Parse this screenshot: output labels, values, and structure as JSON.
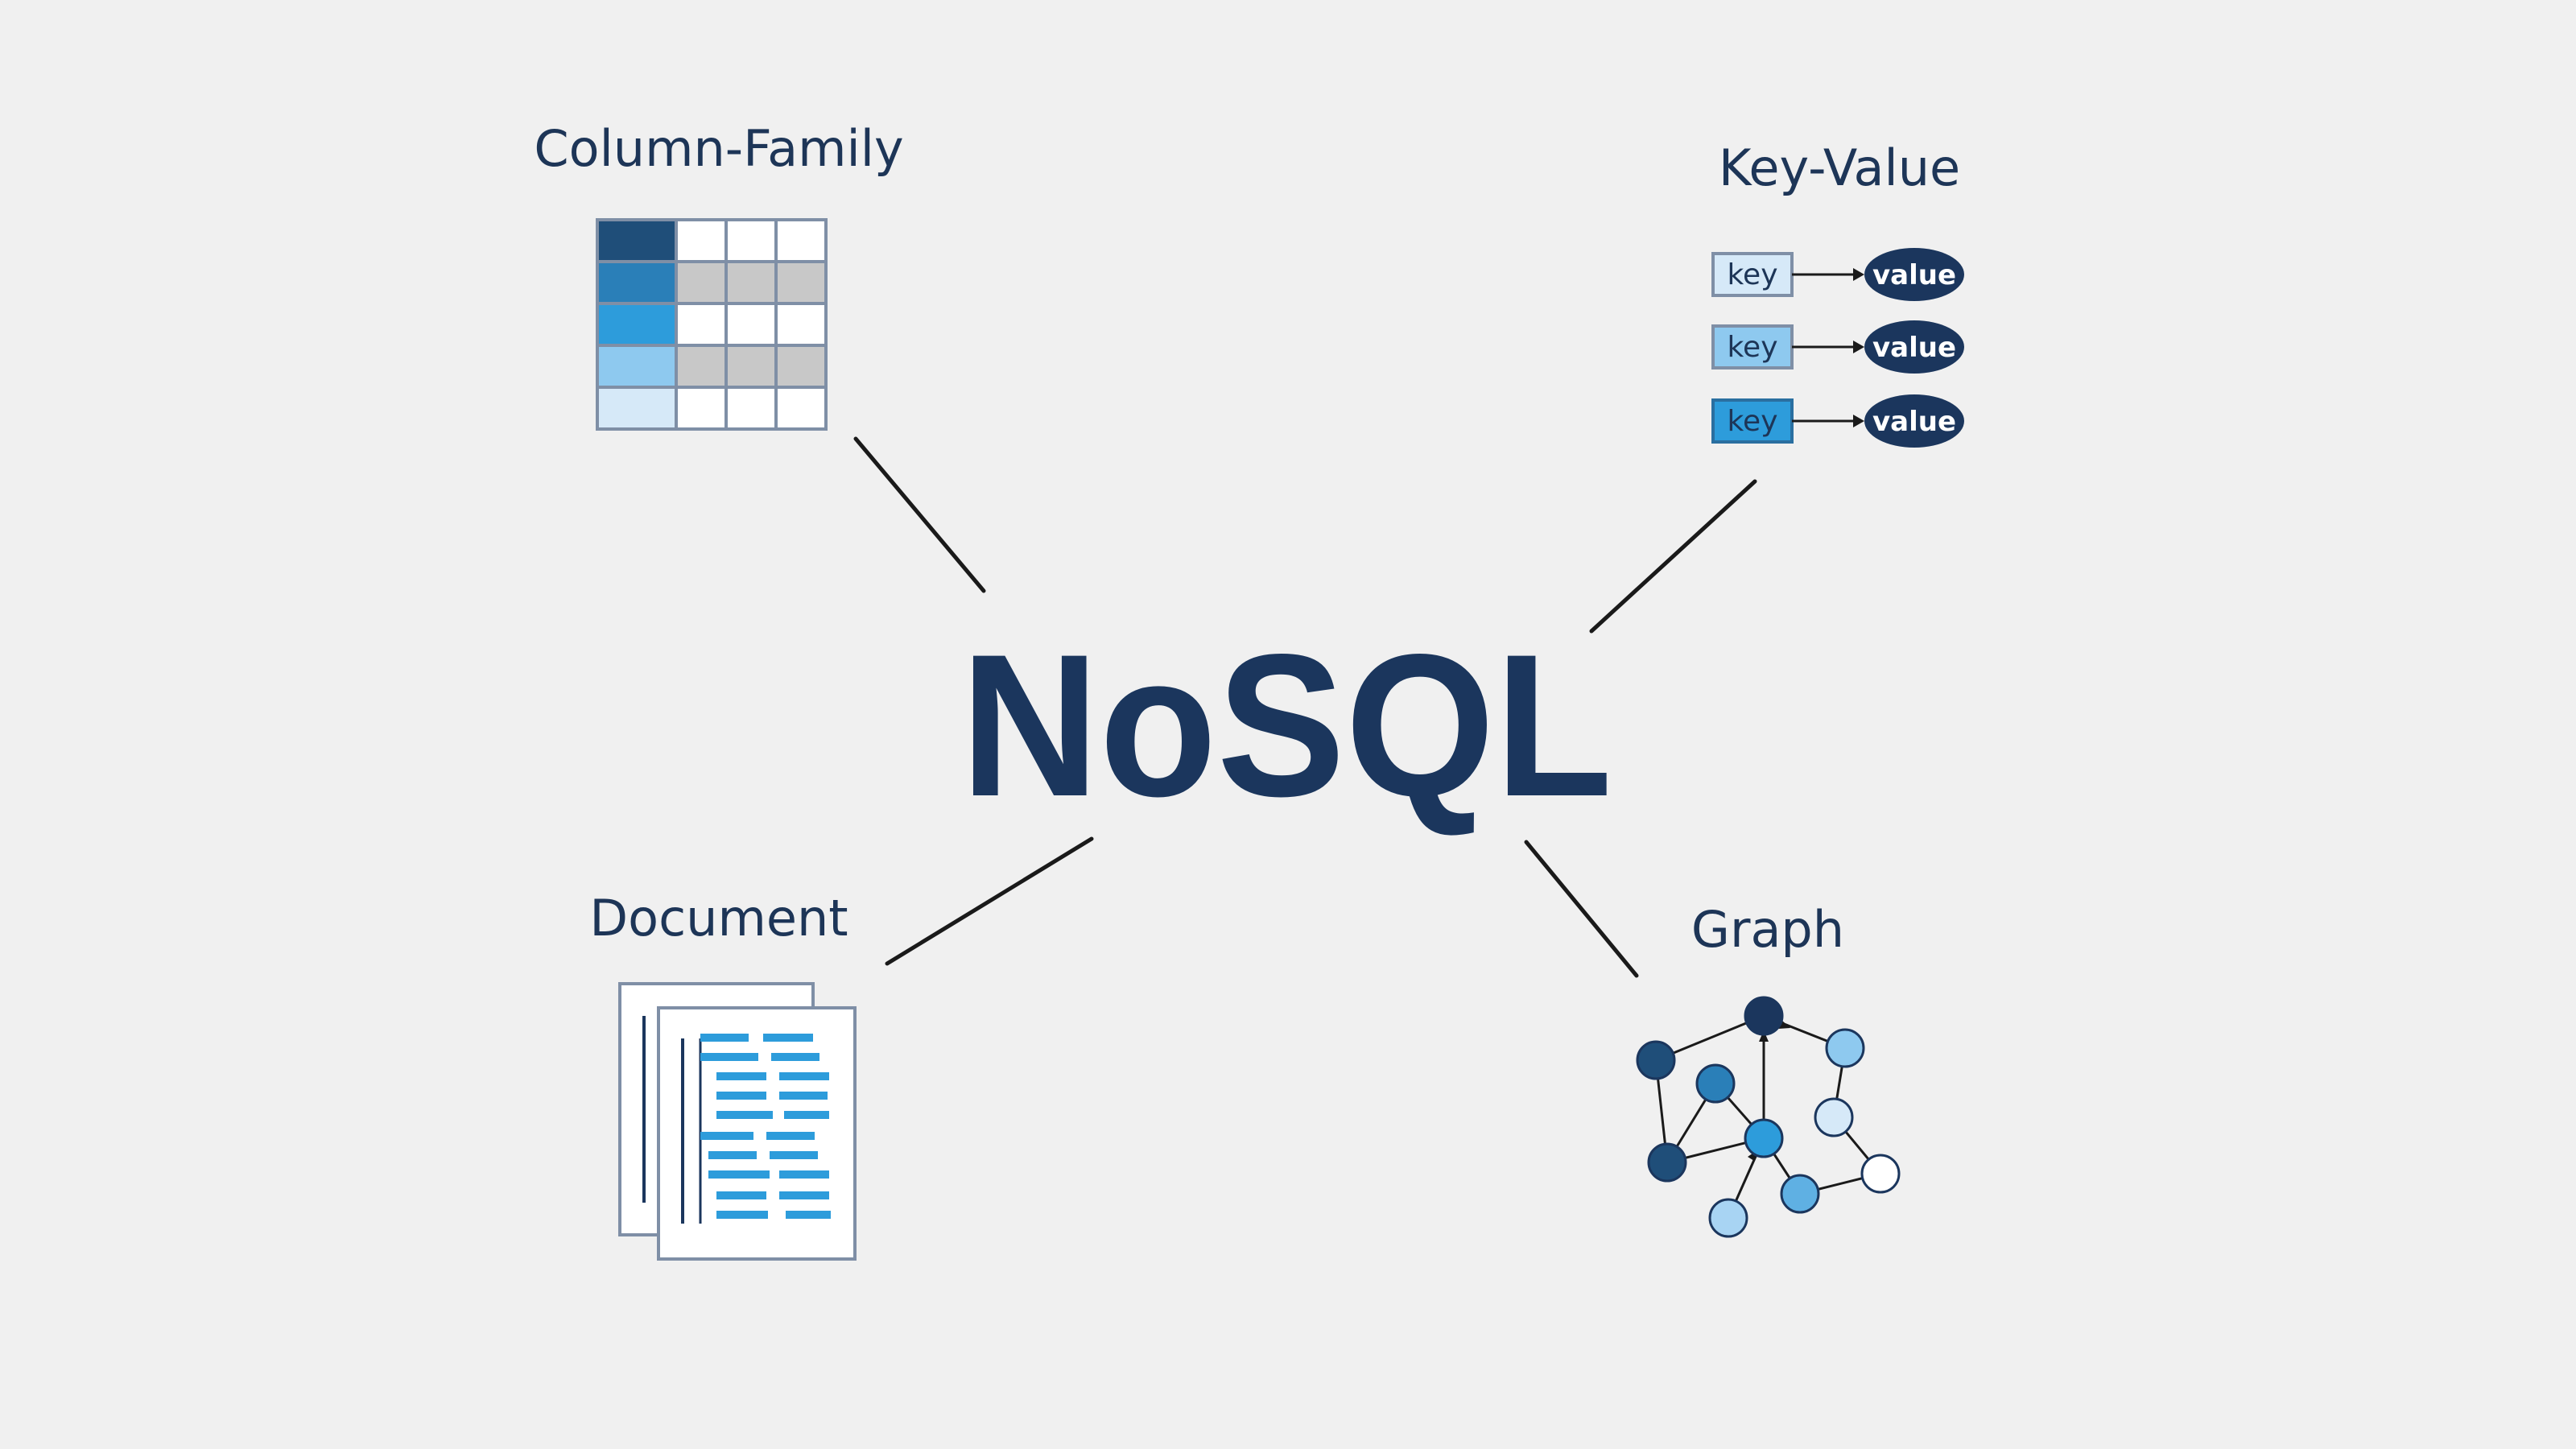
{
  "center": {
    "title": "NoSQL"
  },
  "categories": {
    "column_family": {
      "label": "Column-Family"
    },
    "key_value": {
      "label": "Key-Value",
      "pairs": [
        {
          "key": "key",
          "value": "value"
        },
        {
          "key": "key",
          "value": "value"
        },
        {
          "key": "key",
          "value": "value"
        }
      ]
    },
    "document": {
      "label": "Document"
    },
    "graph": {
      "label": "Graph"
    }
  },
  "colors": {
    "background": "#f0f0f0",
    "navy": "#1b365d",
    "dark_blue": "#1f4e79",
    "mid_blue": "#2a7fb8",
    "bright_blue": "#2d9cdb",
    "light_blue": "#8ec9ef",
    "pale_blue": "#cfe6f7",
    "grey_cell": "#c8c8c8"
  }
}
